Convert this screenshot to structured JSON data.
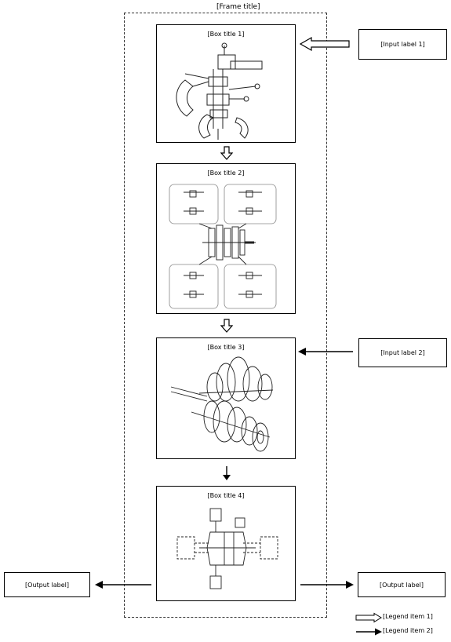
{
  "diagram": {
    "frame_title": "[Frame title]",
    "boxes": [
      {
        "title": "[Box title 1]"
      },
      {
        "title": "[Box title 2]"
      },
      {
        "title": "[Box title 3]"
      },
      {
        "title": "[Box title 4]"
      }
    ],
    "side_inputs": [
      {
        "label": "[Input label 1]"
      },
      {
        "label": "[Input label 2]"
      }
    ],
    "outputs": [
      {
        "label": "[Output label]"
      },
      {
        "label": "[Output label]"
      }
    ],
    "legend": [
      {
        "icon": "hollow-arrow-icon",
        "label": "[Legend item 1]"
      },
      {
        "icon": "solid-arrow-icon",
        "label": "[Legend item 2]"
      }
    ]
  }
}
